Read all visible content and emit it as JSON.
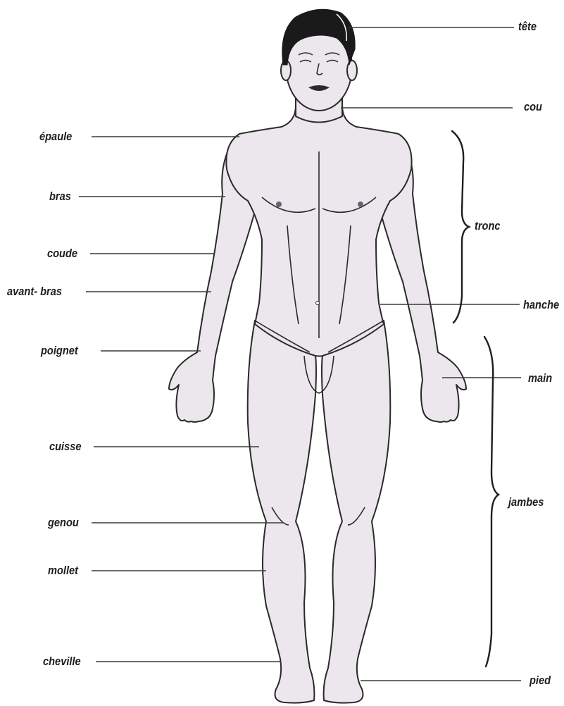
{
  "labels": {
    "tete": "tête",
    "cou": "cou",
    "epaule": "épaule",
    "bras": "bras",
    "coude": "coude",
    "avant_bras": "avant- bras",
    "poignet": "poignet",
    "cuisse": "cuisse",
    "genou": "genou",
    "mollet": "mollet",
    "cheville": "cheville",
    "tronc": "tronc",
    "hanche": "hanche",
    "main": "main",
    "jambes": "jambes",
    "pied": "pied"
  },
  "colors": {
    "skin": "#ebe7ec",
    "skin_shadow": "#cfc7d3",
    "outline": "#2a2a2a",
    "hair": "#1a1a1a",
    "leader_line": "#3a3a3a",
    "text": "#1e1e1e"
  }
}
